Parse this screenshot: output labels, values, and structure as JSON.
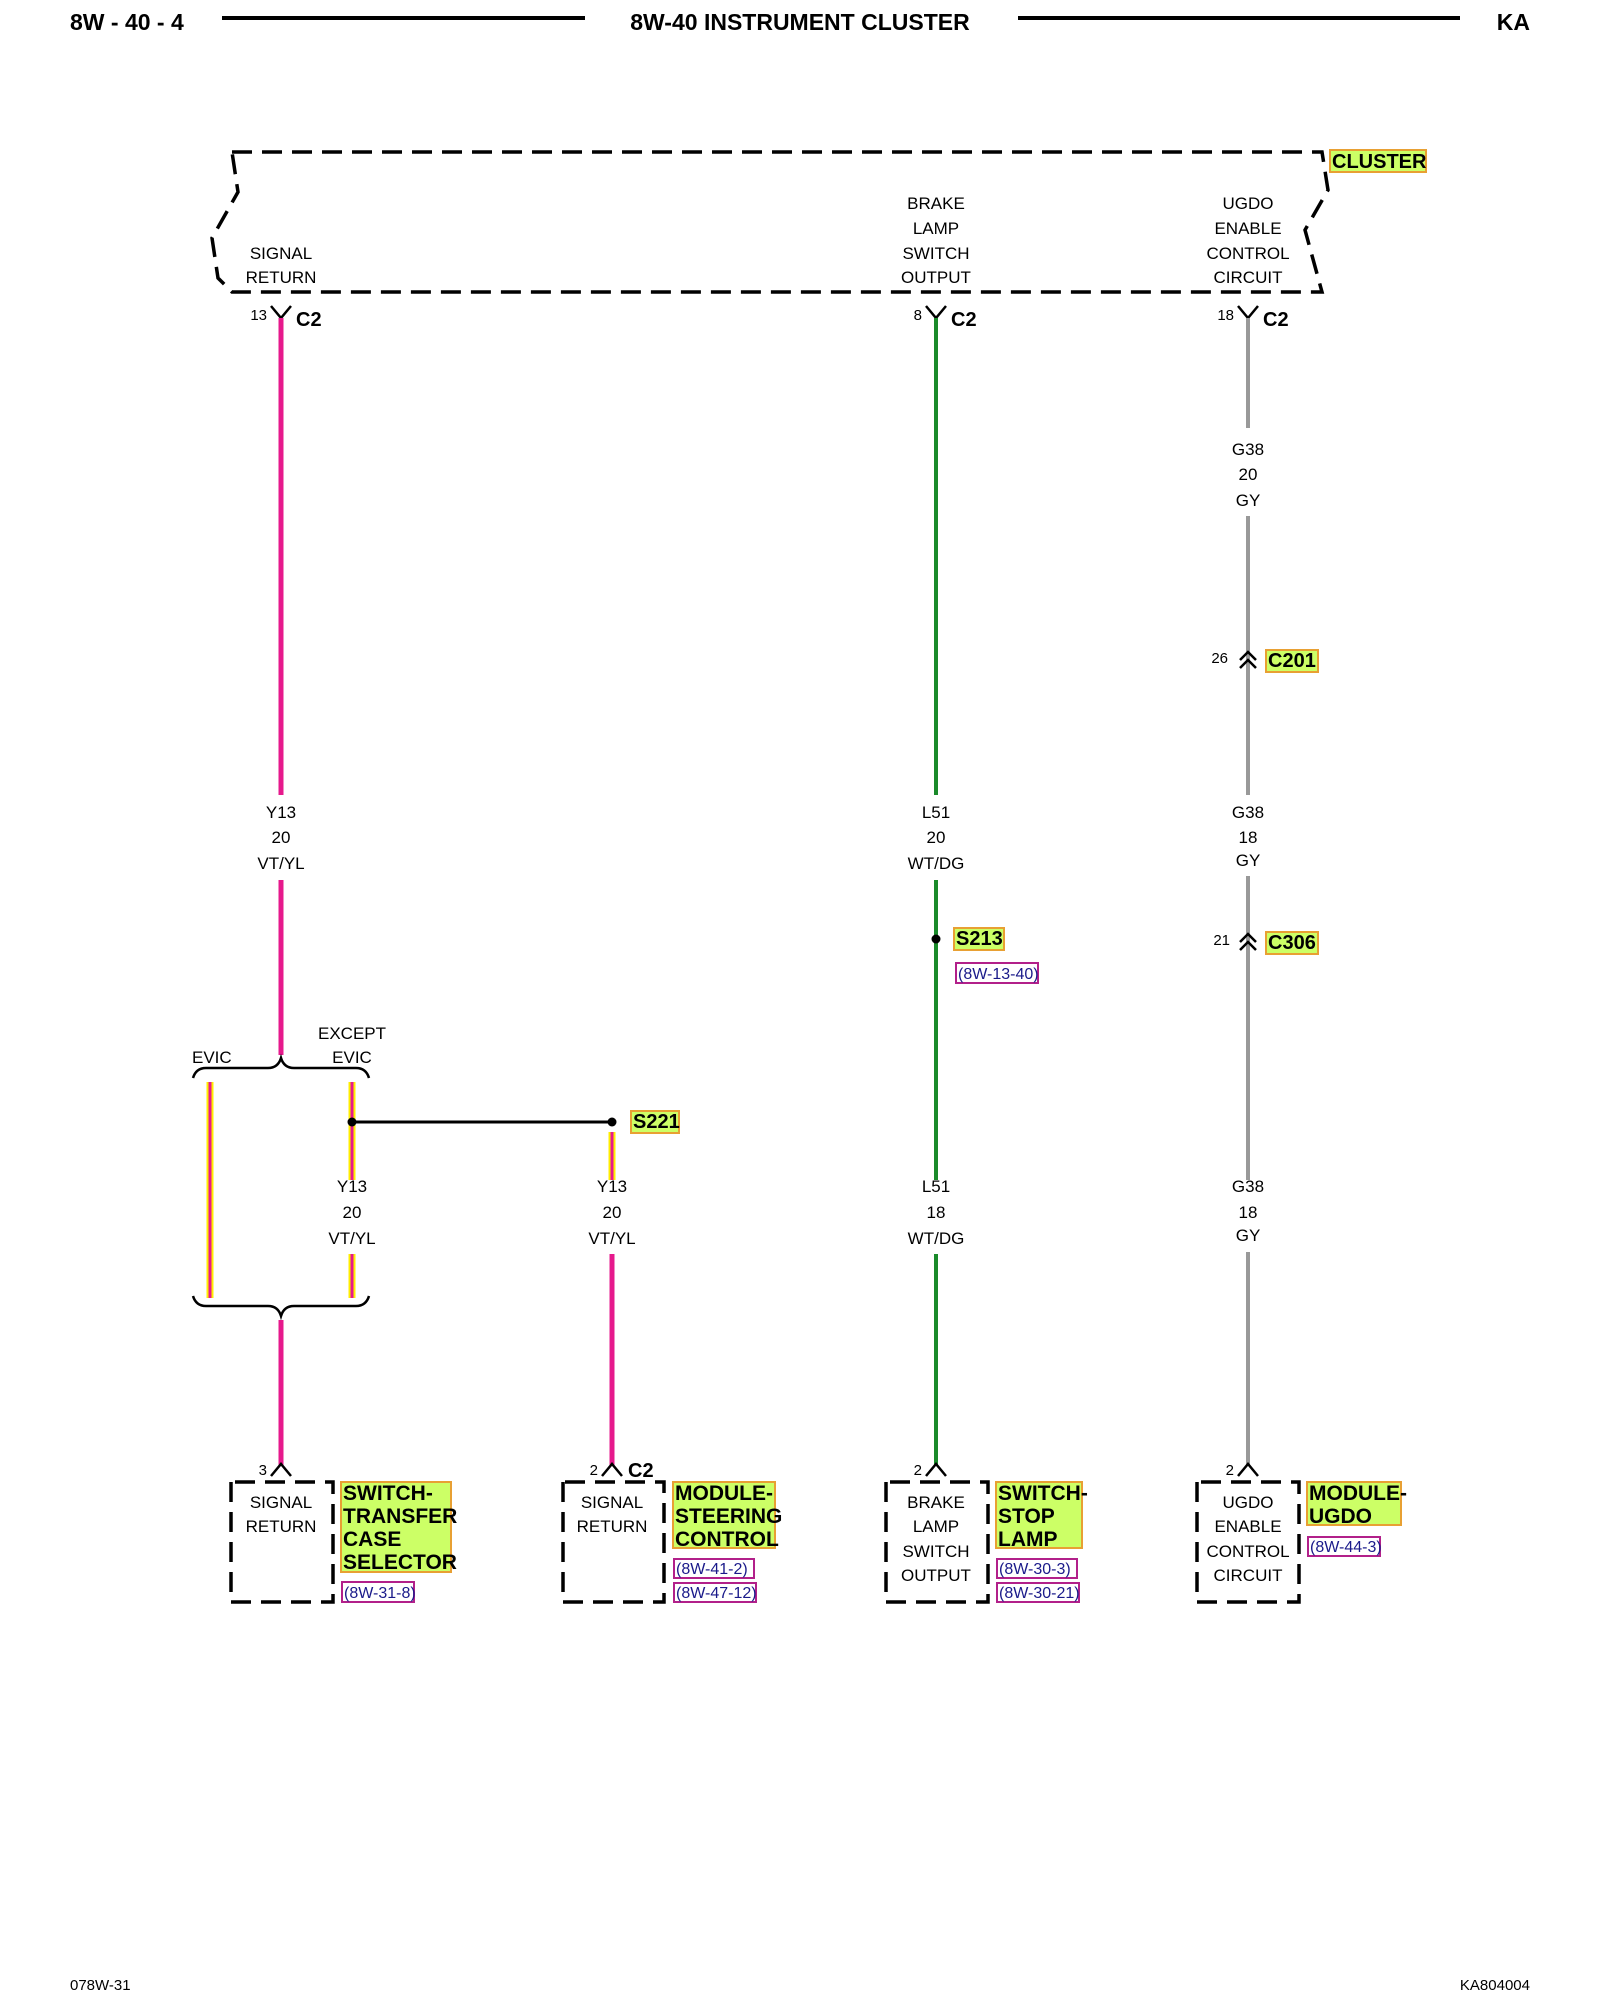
{
  "header": {
    "left": "8W - 40 - 4",
    "title": "8W-40 INSTRUMENT CLUSTER",
    "right": "KA"
  },
  "cluster": {
    "name": "CLUSTER",
    "pin_signal_return": [
      "SIGNAL",
      "RETURN"
    ],
    "pin_brake": [
      "BRAKE",
      "LAMP",
      "SWITCH",
      "OUTPUT"
    ],
    "pin_ugdo": [
      "UGDO",
      "ENABLE",
      "CONTROL",
      "CIRCUIT"
    ]
  },
  "connectors": {
    "c2_a": {
      "pin": "13",
      "name": "C2"
    },
    "c2_b": {
      "pin": "8",
      "name": "C2"
    },
    "c2_c": {
      "pin": "18",
      "name": "C2"
    },
    "c201": {
      "pin": "26",
      "name": "C201"
    },
    "c306": {
      "pin": "21",
      "name": "C306"
    }
  },
  "splices": {
    "s213": {
      "name": "S213",
      "ref": "(8W-13-40)"
    },
    "s221": {
      "name": "S221"
    }
  },
  "wires": {
    "y13_top": [
      "Y13",
      "20",
      "VT/YL"
    ],
    "y13_evic": [
      "Y13",
      "20",
      "VT/YL"
    ],
    "y13_s221": [
      "Y13",
      "20",
      "VT/YL"
    ],
    "l51_top": [
      "L51",
      "20",
      "WT/DG"
    ],
    "l51_bottom": [
      "L51",
      "18",
      "WT/DG"
    ],
    "g38_top": [
      "G38",
      "20",
      "GY"
    ],
    "g38_mid": [
      "G38",
      "18",
      "GY"
    ],
    "g38_bottom": [
      "G38",
      "18",
      "GY"
    ]
  },
  "options": {
    "evic": "EVIC",
    "except": [
      "EXCEPT",
      "EVIC"
    ]
  },
  "components": {
    "transfer_case": {
      "pin": "3",
      "pin_label": [
        "SIGNAL",
        "RETURN"
      ],
      "name": [
        "SWITCH-",
        "TRANSFER",
        "CASE",
        "SELECTOR"
      ],
      "refs": [
        "(8W-31-8)"
      ]
    },
    "steering": {
      "pin": "2",
      "connector": "C2",
      "pin_label": [
        "SIGNAL",
        "RETURN"
      ],
      "name": [
        "MODULE-",
        "STEERING",
        "CONTROL"
      ],
      "refs": [
        "(8W-41-2)",
        "(8W-47-12)"
      ]
    },
    "stop_lamp": {
      "pin": "2",
      "pin_label": [
        "BRAKE",
        "LAMP",
        "SWITCH",
        "OUTPUT"
      ],
      "name": [
        "SWITCH-",
        "STOP",
        "LAMP"
      ],
      "refs": [
        "(8W-30-3)",
        "(8W-30-21)"
      ]
    },
    "ugdo": {
      "pin": "2",
      "pin_label": [
        "UGDO",
        "ENABLE",
        "CONTROL",
        "CIRCUIT"
      ],
      "name": [
        "MODULE-",
        "UGDO"
      ],
      "refs": [
        "(8W-44-3)"
      ]
    }
  },
  "colors": {
    "violet_yellow": "#e6198c",
    "yellow": "#ffee00",
    "green": "#1a8a2a",
    "gray": "#999999",
    "highlight": "#ccff66"
  },
  "footer": {
    "left": "078W-31",
    "right": "KA804004"
  }
}
